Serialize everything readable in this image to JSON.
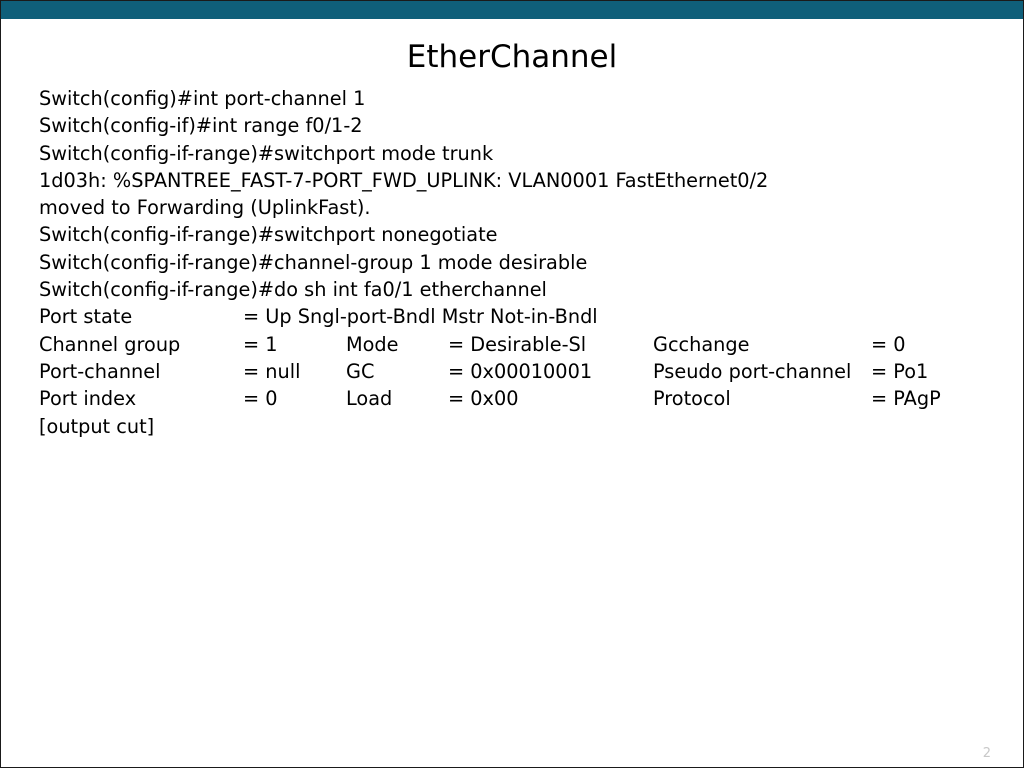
{
  "slide": {
    "title": "EtherChannel",
    "page_number": "2",
    "accent_color": "#0f5f7a"
  },
  "content": {
    "lines": [
      "Switch(config)#int port-channel 1",
      "Switch(config-if)#int range f0/1-2",
      "Switch(config-if-range)#switchport mode trunk",
      "1d03h: %SPANTREE_FAST-7-PORT_FWD_UPLINK: VLAN0001 FastEthernet0/2",
      "moved to Forwarding (UplinkFast).",
      "Switch(config-if-range)#switchport nonegotiate",
      "Switch(config-if-range)#channel-group 1 mode desirable",
      "Switch(config-if-range)#do sh int fa0/1 etherchannel"
    ],
    "port_state": {
      "label": "Port state",
      "value": "= Up Sngl-port-Bndl Mstr Not-in-Bndl"
    },
    "table_rows": [
      {
        "c1": "Channel group",
        "c2": "= 1",
        "c3": "Mode",
        "c4": "= Desirable-Sl",
        "c5": "Gcchange",
        "c6": "= 0"
      },
      {
        "c1": "Port-channel",
        "c2": "= null",
        "c3": "GC",
        "c4": "= 0x00010001",
        "c5": "Pseudo port-channel",
        "c6": "= Po1"
      },
      {
        "c1": "Port index",
        "c2": "= 0",
        "c3": "Load",
        "c4": "= 0x00",
        "c5": "Protocol",
        "c6": "= PAgP"
      }
    ],
    "footer_line": "[output cut]"
  }
}
